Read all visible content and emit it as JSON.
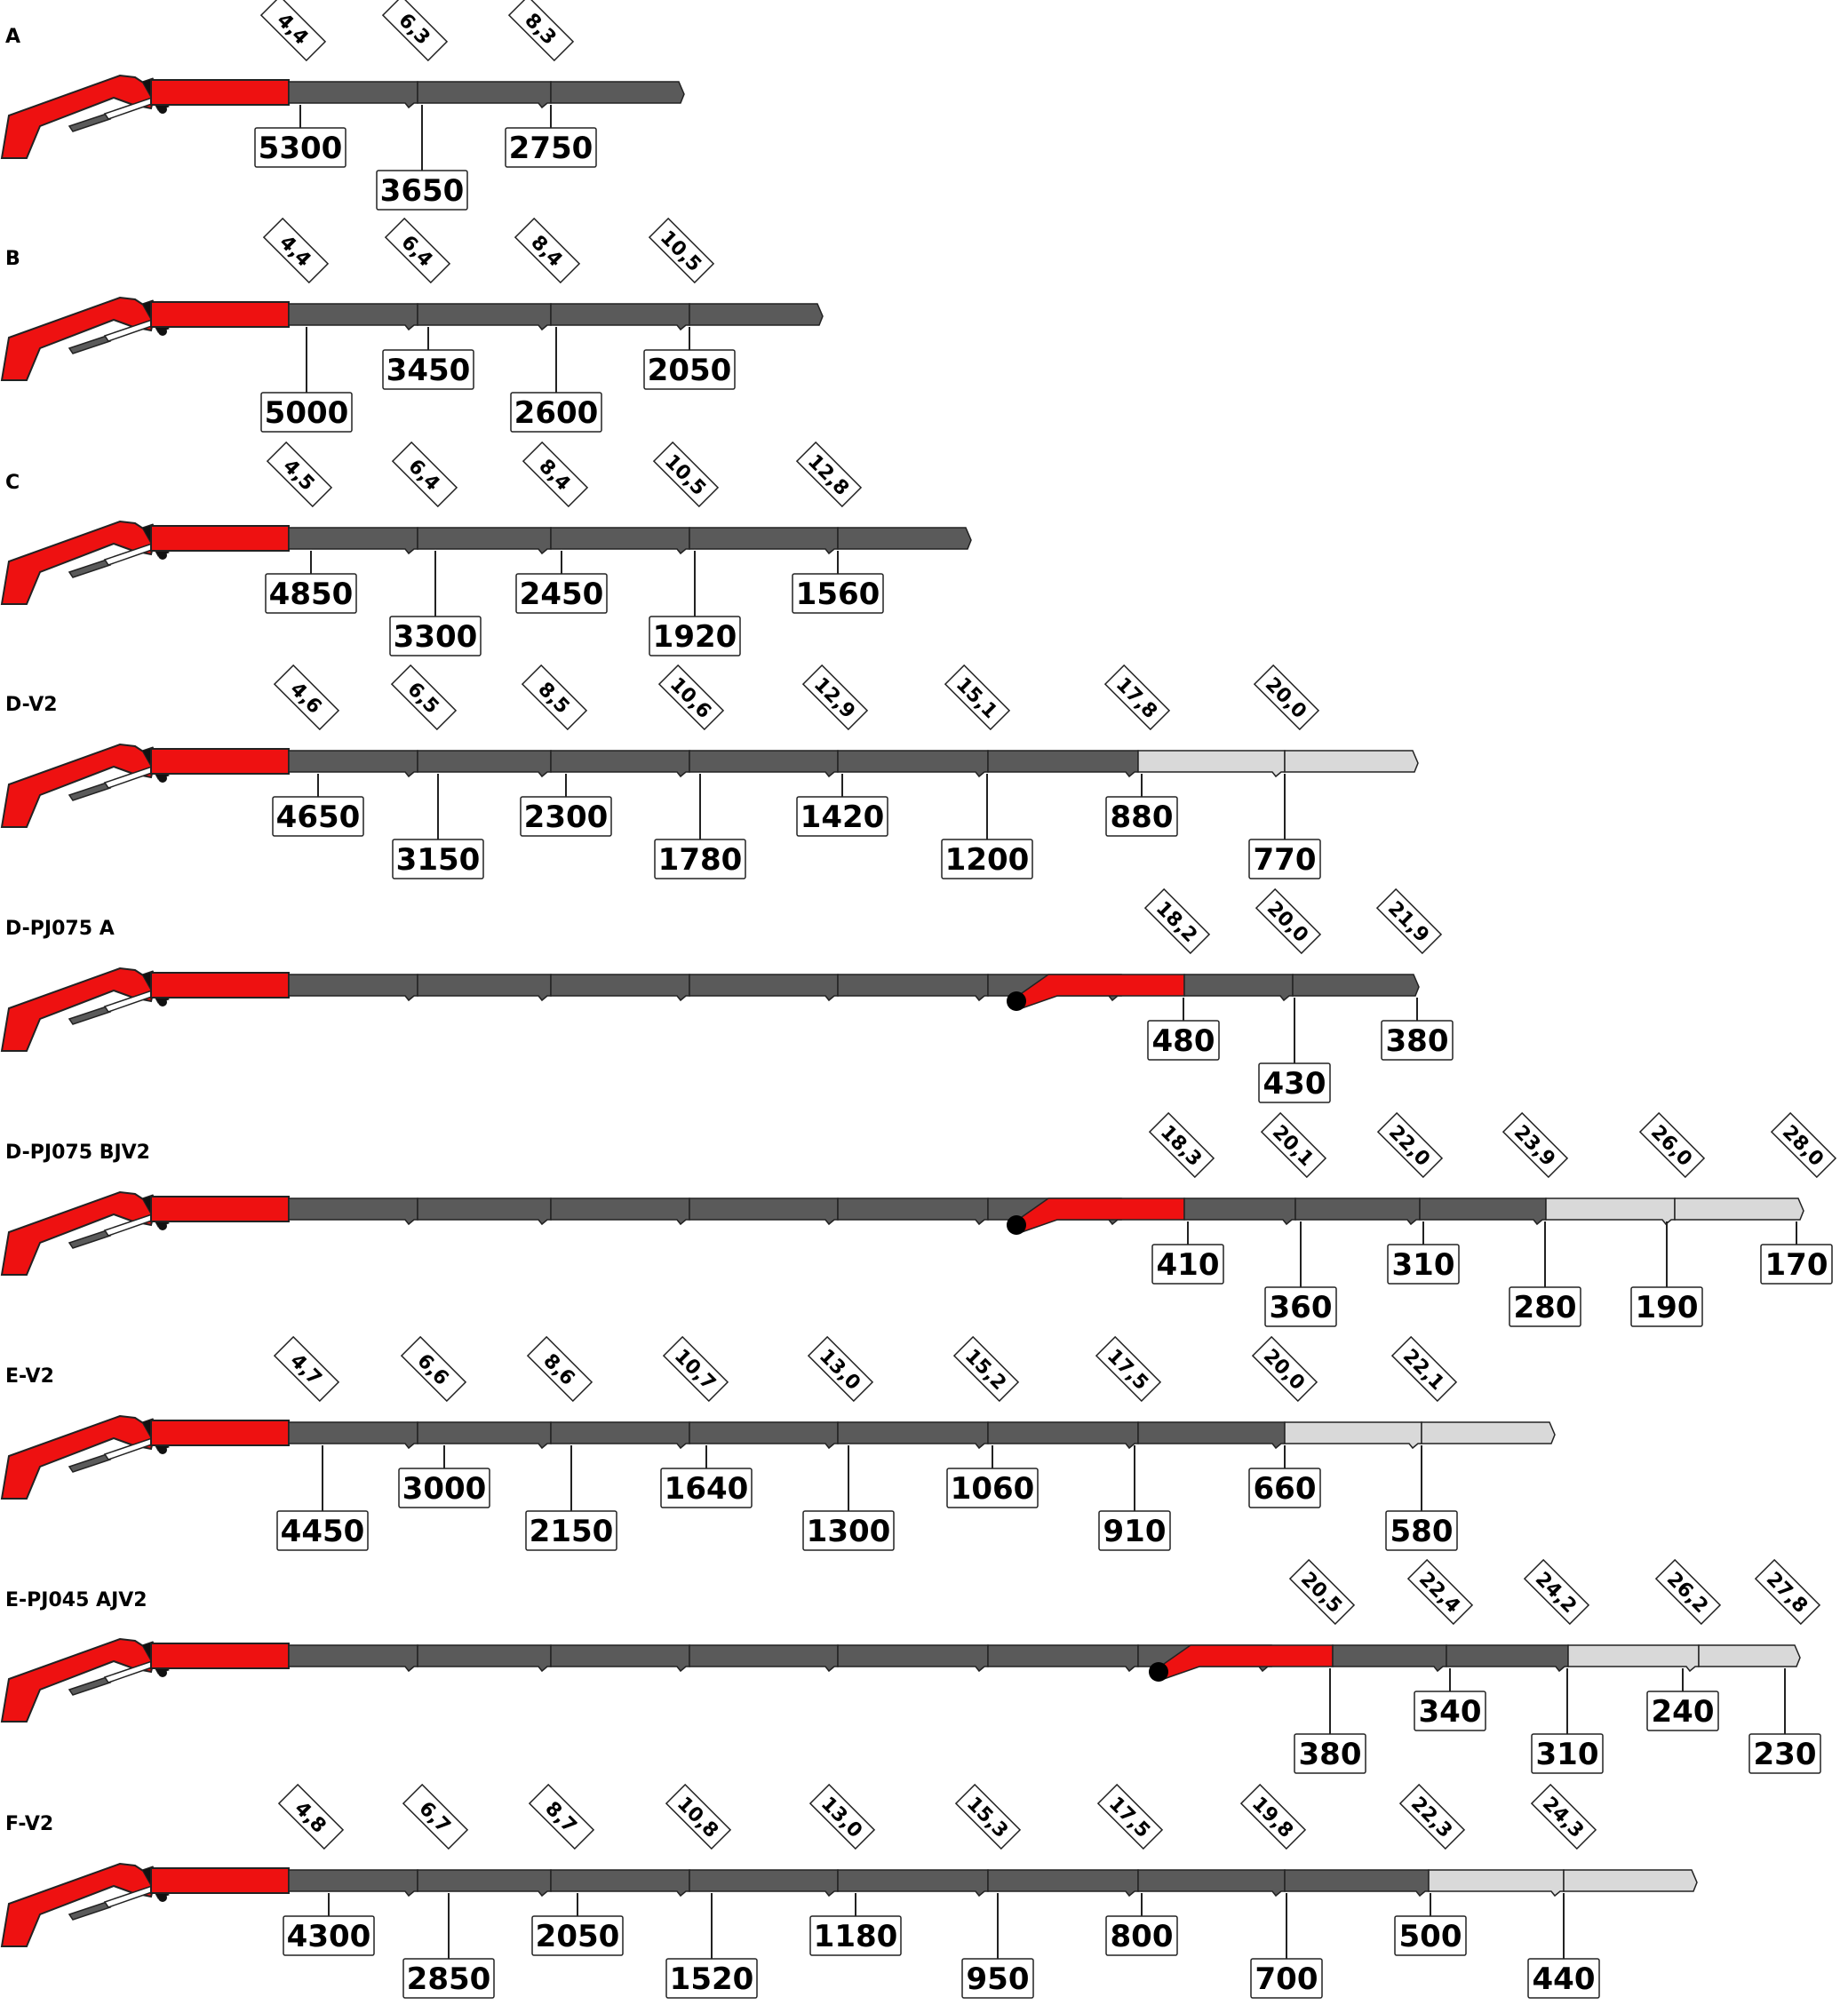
{
  "colors": {
    "boom_red": "#ee1111",
    "section_dark": "#5a5a5a",
    "section_light": "#d9d9d9",
    "outline": "#222222",
    "background": "#ffffff"
  },
  "rows": [
    {
      "label": "A",
      "main_sections": [
        {
          "shade": "dark"
        },
        {
          "shade": "dark"
        },
        {
          "shade": "dark"
        }
      ],
      "reaches": [
        "4,4",
        "6,3",
        "8,3"
      ],
      "loads": [
        {
          "value": "5300",
          "level": "upper"
        },
        {
          "value": "3650",
          "level": "lower"
        },
        {
          "value": "2750",
          "level": "upper"
        }
      ]
    },
    {
      "label": "B",
      "main_sections": [
        {
          "shade": "dark"
        },
        {
          "shade": "dark"
        },
        {
          "shade": "dark"
        },
        {
          "shade": "dark"
        }
      ],
      "reaches": [
        "4,4",
        "6,4",
        "8,4",
        "10,5"
      ],
      "loads": [
        {
          "value": "5000",
          "level": "lower"
        },
        {
          "value": "3450",
          "level": "upper"
        },
        {
          "value": "2600",
          "level": "lower"
        },
        {
          "value": "2050",
          "level": "upper"
        }
      ]
    },
    {
      "label": "C",
      "main_sections": [
        {
          "shade": "dark"
        },
        {
          "shade": "dark"
        },
        {
          "shade": "dark"
        },
        {
          "shade": "dark"
        },
        {
          "shade": "dark"
        }
      ],
      "reaches": [
        "4,5",
        "6,4",
        "8,4",
        "10,5",
        "12,8"
      ],
      "loads": [
        {
          "value": "4850",
          "level": "upper"
        },
        {
          "value": "3300",
          "level": "lower"
        },
        {
          "value": "2450",
          "level": "upper"
        },
        {
          "value": "1920",
          "level": "lower"
        },
        {
          "value": "1560",
          "level": "upper"
        }
      ]
    },
    {
      "label": "D-V2",
      "main_sections": [
        {
          "shade": "dark"
        },
        {
          "shade": "dark"
        },
        {
          "shade": "dark"
        },
        {
          "shade": "dark"
        },
        {
          "shade": "dark"
        },
        {
          "shade": "dark"
        },
        {
          "shade": "light"
        },
        {
          "shade": "light"
        }
      ],
      "reaches": [
        "4,6",
        "6,5",
        "8,5",
        "10,6",
        "12,9",
        "15,1",
        "17,8",
        "20,0"
      ],
      "loads": [
        {
          "value": "4650",
          "level": "upper"
        },
        {
          "value": "3150",
          "level": "lower"
        },
        {
          "value": "2300",
          "level": "upper"
        },
        {
          "value": "1780",
          "level": "lower"
        },
        {
          "value": "1420",
          "level": "upper"
        },
        {
          "value": "1200",
          "level": "lower"
        },
        {
          "value": "880",
          "level": "upper"
        },
        {
          "value": "770",
          "level": "lower"
        }
      ]
    },
    {
      "label": "D-PJ075 A",
      "main_sections": [
        {
          "shade": "dark"
        },
        {
          "shade": "dark"
        },
        {
          "shade": "dark"
        },
        {
          "shade": "dark"
        },
        {
          "shade": "dark"
        },
        {
          "shade": "dark"
        }
      ],
      "jib_sections": [
        {
          "shade": "dark"
        },
        {
          "shade": "dark"
        }
      ],
      "reaches": [
        "18,2",
        "20,0",
        "21,9"
      ],
      "loads": [
        {
          "value": "480",
          "level": "upper"
        },
        {
          "value": "430",
          "level": "lower"
        },
        {
          "value": "380",
          "level": "upper"
        }
      ]
    },
    {
      "label": "D-PJ075 BJV2",
      "main_sections": [
        {
          "shade": "dark"
        },
        {
          "shade": "dark"
        },
        {
          "shade": "dark"
        },
        {
          "shade": "dark"
        },
        {
          "shade": "dark"
        },
        {
          "shade": "dark"
        }
      ],
      "jib_sections": [
        {
          "shade": "dark"
        },
        {
          "shade": "dark"
        },
        {
          "shade": "dark"
        },
        {
          "shade": "light"
        },
        {
          "shade": "light"
        }
      ],
      "reaches": [
        "18,3",
        "20,1",
        "22,0",
        "23,9",
        "26,0",
        "28,0"
      ],
      "loads": [
        {
          "value": "410",
          "level": "upper"
        },
        {
          "value": "360",
          "level": "lower"
        },
        {
          "value": "310",
          "level": "upper"
        },
        {
          "value": "280",
          "level": "lower"
        },
        {
          "value": "190",
          "level": "lower"
        },
        {
          "value": "170",
          "level": "upper"
        }
      ]
    },
    {
      "label": "E-V2",
      "main_sections": [
        {
          "shade": "dark"
        },
        {
          "shade": "dark"
        },
        {
          "shade": "dark"
        },
        {
          "shade": "dark"
        },
        {
          "shade": "dark"
        },
        {
          "shade": "dark"
        },
        {
          "shade": "dark"
        },
        {
          "shade": "light"
        },
        {
          "shade": "light"
        }
      ],
      "reaches": [
        "4,7",
        "6,6",
        "8,6",
        "10,7",
        "13,0",
        "15,2",
        "17,5",
        "20,0",
        "22,1"
      ],
      "loads": [
        {
          "value": "4450",
          "level": "lower"
        },
        {
          "value": "3000",
          "level": "upper"
        },
        {
          "value": "2150",
          "level": "lower"
        },
        {
          "value": "1640",
          "level": "upper"
        },
        {
          "value": "1300",
          "level": "lower"
        },
        {
          "value": "1060",
          "level": "upper"
        },
        {
          "value": "910",
          "level": "lower"
        },
        {
          "value": "660",
          "level": "upper"
        },
        {
          "value": "580",
          "level": "lower"
        }
      ]
    },
    {
      "label": "E-PJ045 AJV2",
      "main_sections": [
        {
          "shade": "dark"
        },
        {
          "shade": "dark"
        },
        {
          "shade": "dark"
        },
        {
          "shade": "dark"
        },
        {
          "shade": "dark"
        },
        {
          "shade": "dark"
        },
        {
          "shade": "dark"
        }
      ],
      "jib_sections": [
        {
          "shade": "dark"
        },
        {
          "shade": "dark"
        },
        {
          "shade": "light"
        },
        {
          "shade": "light"
        }
      ],
      "reaches": [
        "20,5",
        "22,4",
        "24,2",
        "26,2",
        "27,8"
      ],
      "loads": [
        {
          "value": "380",
          "level": "lower"
        },
        {
          "value": "340",
          "level": "upper"
        },
        {
          "value": "310",
          "level": "lower"
        },
        {
          "value": "240",
          "level": "upper"
        },
        {
          "value": "230",
          "level": "lower"
        }
      ]
    },
    {
      "label": "F-V2",
      "main_sections": [
        {
          "shade": "dark"
        },
        {
          "shade": "dark"
        },
        {
          "shade": "dark"
        },
        {
          "shade": "dark"
        },
        {
          "shade": "dark"
        },
        {
          "shade": "dark"
        },
        {
          "shade": "dark"
        },
        {
          "shade": "dark"
        },
        {
          "shade": "light"
        },
        {
          "shade": "light"
        }
      ],
      "reaches": [
        "4,8",
        "6,7",
        "8,7",
        "10,8",
        "13,0",
        "15,3",
        "17,5",
        "19,8",
        "22,3",
        "24,3"
      ],
      "loads": [
        {
          "value": "4300",
          "level": "upper"
        },
        {
          "value": "2850",
          "level": "lower"
        },
        {
          "value": "2050",
          "level": "upper"
        },
        {
          "value": "1520",
          "level": "lower"
        },
        {
          "value": "1180",
          "level": "upper"
        },
        {
          "value": "950",
          "level": "lower"
        },
        {
          "value": "800",
          "level": "upper"
        },
        {
          "value": "700",
          "level": "lower"
        },
        {
          "value": "500",
          "level": "upper"
        },
        {
          "value": "440",
          "level": "lower"
        }
      ]
    }
  ]
}
